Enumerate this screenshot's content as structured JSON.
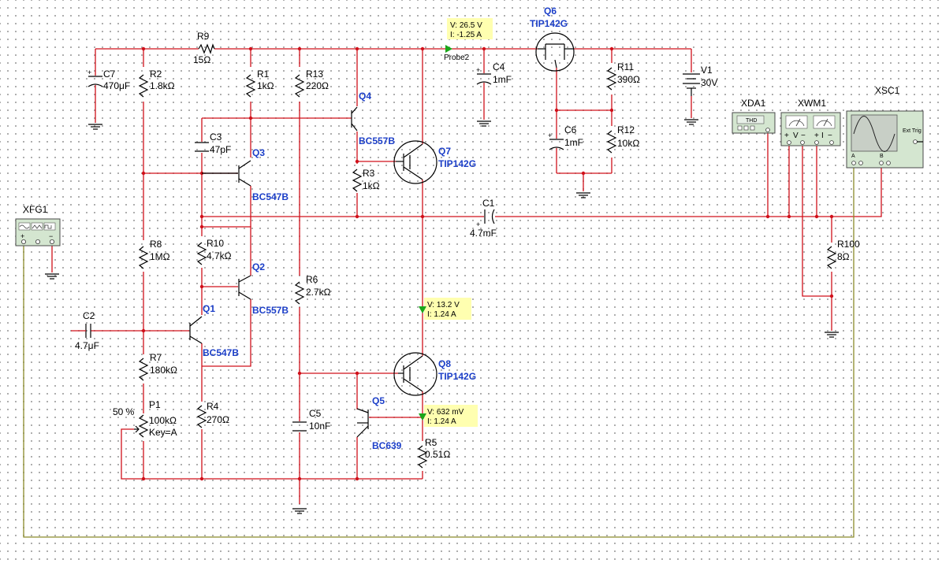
{
  "components": {
    "R9": {
      "ref": "R9",
      "value": "15Ω"
    },
    "R2": {
      "ref": "R2",
      "value": "1.8kΩ"
    },
    "R1": {
      "ref": "R1",
      "value": "1kΩ"
    },
    "R13": {
      "ref": "R13",
      "value": "220Ω"
    },
    "R3": {
      "ref": "R3",
      "value": "1kΩ"
    },
    "R8": {
      "ref": "R8",
      "value": "1MΩ"
    },
    "R10": {
      "ref": "R10",
      "value": "4.7kΩ"
    },
    "R6": {
      "ref": "R6",
      "value": "2.7kΩ"
    },
    "R7": {
      "ref": "R7",
      "value": "180kΩ"
    },
    "R4": {
      "ref": "R4",
      "value": "270Ω"
    },
    "R5": {
      "ref": "R5",
      "value": "0.51Ω"
    },
    "R11": {
      "ref": "R11",
      "value": "390Ω"
    },
    "R12": {
      "ref": "R12",
      "value": "10kΩ"
    },
    "R100": {
      "ref": "R100",
      "value": "8Ω"
    },
    "C7": {
      "ref": "C7",
      "value": "470μF"
    },
    "C3": {
      "ref": "C3",
      "value": "47pF"
    },
    "C2": {
      "ref": "C2",
      "value": "4.7μF"
    },
    "C5": {
      "ref": "C5",
      "value": "10nF"
    },
    "C4": {
      "ref": "C4",
      "value": "1mF"
    },
    "C6": {
      "ref": "C6",
      "value": "1mF"
    },
    "C1": {
      "ref": "C1",
      "value": "4.7mF"
    },
    "V1": {
      "ref": "V1",
      "value": "30V"
    },
    "Q1": {
      "ref": "Q1",
      "value": "BC547B"
    },
    "Q2": {
      "ref": "Q2",
      "value": "BC557B"
    },
    "Q3": {
      "ref": "Q3",
      "value": "BC547B"
    },
    "Q4": {
      "ref": "Q4",
      "value": "BC557B"
    },
    "Q5": {
      "ref": "Q5",
      "value": "BC639"
    },
    "Q6": {
      "ref": "Q6",
      "value": "TIP142G"
    },
    "Q7": {
      "ref": "Q7",
      "value": "TIP142G"
    },
    "Q8": {
      "ref": "Q8",
      "value": "TIP142G"
    },
    "P1": {
      "ref": "P1",
      "value": "100kΩ",
      "key": "Key=A",
      "setting": "50 %"
    }
  },
  "instruments": {
    "XFG1": {
      "ref": "XFG1"
    },
    "XDA1": {
      "ref": "XDA1",
      "screen": "THD"
    },
    "XWM1": {
      "ref": "XWM1",
      "v": "V",
      "i": "I"
    },
    "XSC1": {
      "ref": "XSC1",
      "ext": "Ext Trig",
      "a": "A",
      "b": "B"
    }
  },
  "probes": {
    "probe2": {
      "name": "Probe2",
      "v": "V: 26.5 V",
      "i": "I: -1.25 A"
    },
    "mid": {
      "v": "V: 13.2 V",
      "i": "I: 1.24 A"
    },
    "low": {
      "v": "V: 632 mV",
      "i": "I: 1.24 A"
    }
  }
}
